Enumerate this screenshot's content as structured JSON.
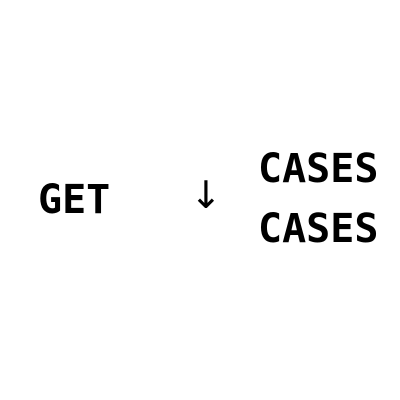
{
  "left_text": "GET",
  "arrow_icon": "down-arrow-icon",
  "arrow_glyph": "↓",
  "right_lines": [
    "CASES",
    "CASES"
  ]
}
